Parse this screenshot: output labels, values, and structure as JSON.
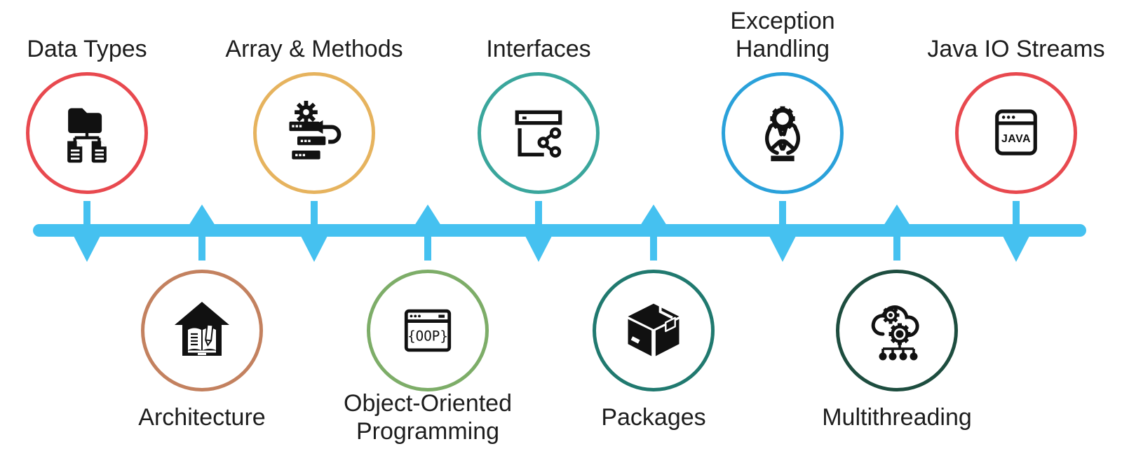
{
  "diagram": {
    "background": "#ffffff",
    "text_color": "#1d1d1d"
  },
  "timeline": {
    "color": "#45c1f0"
  },
  "topics": [
    {
      "label": "Data Types",
      "icon": "data-types-icon",
      "color": "#e8494f",
      "side": "top"
    },
    {
      "label": "Array & Methods",
      "icon": "array-methods-icon",
      "color": "#e6b35e",
      "side": "top"
    },
    {
      "label": "Interfaces",
      "icon": "interfaces-icon",
      "color": "#3aa69c",
      "side": "top"
    },
    {
      "label": "Exception\nHandling",
      "icon": "exception-handling-icon",
      "color": "#2aa1da",
      "side": "top"
    },
    {
      "label": "Java IO Streams",
      "icon": "java-io-streams-icon",
      "color": "#e8494f",
      "side": "top"
    },
    {
      "label": "Architecture",
      "icon": "architecture-icon",
      "color": "#c3815f",
      "side": "bottom"
    },
    {
      "label": "Object-Oriented\nProgramming",
      "icon": "oop-icon",
      "color": "#7dad68",
      "side": "bottom"
    },
    {
      "label": "Packages",
      "icon": "packages-icon",
      "color": "#20796f",
      "side": "bottom"
    },
    {
      "label": "Multithreading",
      "icon": "multithreading-icon",
      "color": "#1d4d3f",
      "side": "bottom"
    }
  ],
  "icon_texts": {
    "java": "JAVA",
    "oop": "{OOP}"
  }
}
